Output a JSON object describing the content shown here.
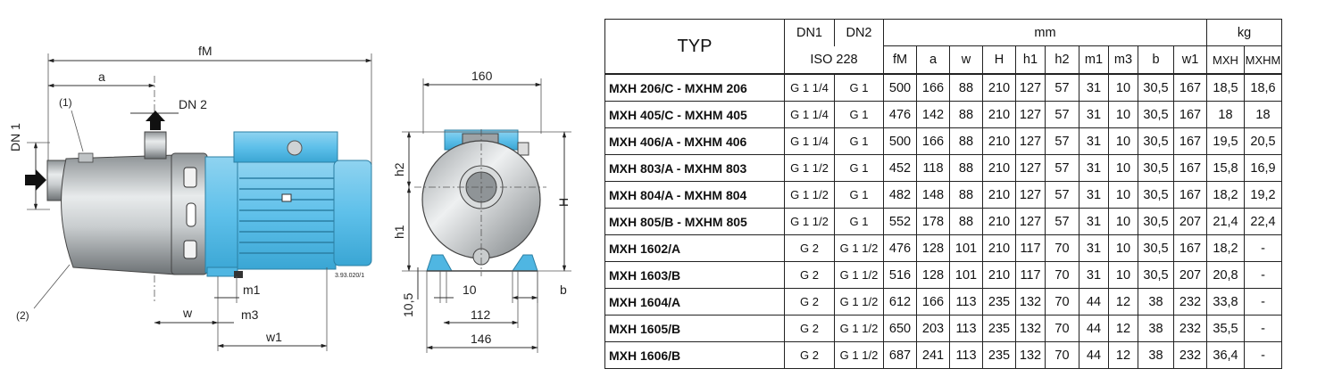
{
  "drawing": {
    "side_view": {
      "fM": "fM",
      "a": "a",
      "dn1": "DN 1",
      "dn2": "DN 2",
      "callout_1": "(1)",
      "callout_2": "(2)",
      "m1": "m1",
      "m3": "m3",
      "w": "w",
      "w1": "w1",
      "ref_code": "3.93.020/1"
    },
    "front_view": {
      "width_160": "160",
      "h2": "h2",
      "h1": "h1",
      "H": "H",
      "h10_5": "10,5",
      "d10": "10",
      "b": "b",
      "d112": "112",
      "d146": "146"
    }
  },
  "table": {
    "typ_label": "TYP",
    "dn1_label": "DN1",
    "dn2_label": "DN2",
    "iso_label": "ISO 228",
    "mm_label": "mm",
    "kg_label": "kg",
    "mm_columns": [
      "fM",
      "a",
      "w",
      "H",
      "h1",
      "h2",
      "m1",
      "m3",
      "b",
      "w1"
    ],
    "kg_columns": [
      "MXH",
      "MXHM"
    ],
    "rows": [
      {
        "model": "MXH 206/C - MXHM 206",
        "dn1": "G 1 1/4",
        "dn2": "G 1",
        "fM": "500",
        "a": "166",
        "w": "88",
        "H": "210",
        "h1": "127",
        "h2": "57",
        "m1": "31",
        "m3": "10",
        "b": "30,5",
        "w1": "167",
        "mxh": "18,5",
        "mxhm": "18,6"
      },
      {
        "model": "MXH 405/C - MXHM 405",
        "dn1": "G 1 1/4",
        "dn2": "G 1",
        "fM": "476",
        "a": "142",
        "w": "88",
        "H": "210",
        "h1": "127",
        "h2": "57",
        "m1": "31",
        "m3": "10",
        "b": "30,5",
        "w1": "167",
        "mxh": "18",
        "mxhm": "18"
      },
      {
        "model": "MXH 406/A - MXHM 406",
        "dn1": "G 1 1/4",
        "dn2": "G 1",
        "fM": "500",
        "a": "166",
        "w": "88",
        "H": "210",
        "h1": "127",
        "h2": "57",
        "m1": "31",
        "m3": "10",
        "b": "30,5",
        "w1": "167",
        "mxh": "19,5",
        "mxhm": "20,5"
      },
      {
        "model": "MXH 803/A - MXHM 803",
        "dn1": "G 1 1/2",
        "dn2": "G 1",
        "fM": "452",
        "a": "118",
        "w": "88",
        "H": "210",
        "h1": "127",
        "h2": "57",
        "m1": "31",
        "m3": "10",
        "b": "30,5",
        "w1": "167",
        "mxh": "15,8",
        "mxhm": "16,9"
      },
      {
        "model": "MXH 804/A - MXHM 804",
        "dn1": "G 1 1/2",
        "dn2": "G 1",
        "fM": "482",
        "a": "148",
        "w": "88",
        "H": "210",
        "h1": "127",
        "h2": "57",
        "m1": "31",
        "m3": "10",
        "b": "30,5",
        "w1": "167",
        "mxh": "18,2",
        "mxhm": "19,2"
      },
      {
        "model": "MXH 805/B - MXHM 805",
        "dn1": "G 1 1/2",
        "dn2": "G 1",
        "fM": "552",
        "a": "178",
        "w": "88",
        "H": "210",
        "h1": "127",
        "h2": "57",
        "m1": "31",
        "m3": "10",
        "b": "30,5",
        "w1": "207",
        "mxh": "21,4",
        "mxhm": "22,4"
      },
      {
        "model": "MXH 1602/A",
        "dn1": "G 2",
        "dn2": "G 1 1/2",
        "fM": "476",
        "a": "128",
        "w": "101",
        "H": "210",
        "h1": "117",
        "h2": "70",
        "m1": "31",
        "m3": "10",
        "b": "30,5",
        "w1": "167",
        "mxh": "18,2",
        "mxhm": "-"
      },
      {
        "model": "MXH 1603/B",
        "dn1": "G 2",
        "dn2": "G 1 1/2",
        "fM": "516",
        "a": "128",
        "w": "101",
        "H": "210",
        "h1": "117",
        "h2": "70",
        "m1": "31",
        "m3": "10",
        "b": "30,5",
        "w1": "207",
        "mxh": "20,8",
        "mxhm": "-"
      },
      {
        "model": "MXH 1604/A",
        "dn1": "G 2",
        "dn2": "G 1 1/2",
        "fM": "612",
        "a": "166",
        "w": "113",
        "H": "235",
        "h1": "132",
        "h2": "70",
        "m1": "44",
        "m3": "12",
        "b": "38",
        "w1": "232",
        "mxh": "33,8",
        "mxhm": "-"
      },
      {
        "model": "MXH 1605/B",
        "dn1": "G 2",
        "dn2": "G 1 1/2",
        "fM": "650",
        "a": "203",
        "w": "113",
        "H": "235",
        "h1": "132",
        "h2": "70",
        "m1": "44",
        "m3": "12",
        "b": "38",
        "w1": "232",
        "mxh": "35,5",
        "mxhm": "-"
      },
      {
        "model": "MXH 1606/B",
        "dn1": "G 2",
        "dn2": "G 1 1/2",
        "fM": "687",
        "a": "241",
        "w": "113",
        "H": "235",
        "h1": "132",
        "h2": "70",
        "m1": "44",
        "m3": "12",
        "b": "38",
        "w1": "232",
        "mxh": "36,4",
        "mxhm": "-"
      }
    ]
  }
}
